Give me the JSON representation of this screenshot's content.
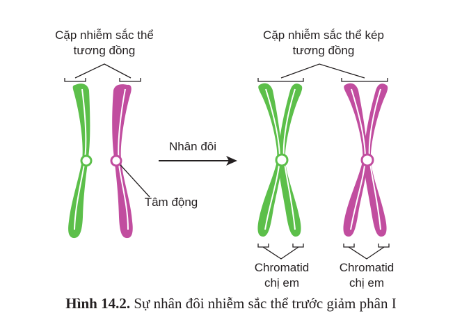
{
  "labels": {
    "homologous_pair_line1": "Cặp nhiễm sắc thể",
    "homologous_pair_line2": "tương đồng",
    "double_pair_line1": "Cặp nhiễm sắc thể kép",
    "double_pair_line2": "tương đồng",
    "duplication": "Nhân đôi",
    "centromere": "Tâm động",
    "chromatid_left_line1": "Chromatid",
    "chromatid_left_line2": "chị em",
    "chromatid_right_line1": "Chromatid",
    "chromatid_right_line2": "chị em"
  },
  "caption": {
    "number": "Hình 14.2.",
    "text": " Sự nhân đôi nhiễm sắc thể trước giảm phân I"
  },
  "colors": {
    "green": "#5cbf4a",
    "magenta": "#c14d9f",
    "line": "#231f20"
  }
}
